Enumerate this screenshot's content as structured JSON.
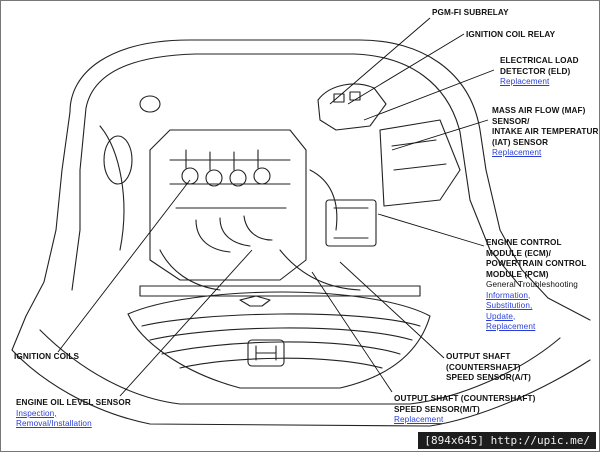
{
  "labels": {
    "pgm_fi": "PGM-FI SUBRELAY",
    "ign_relay": "IGNITION COIL RELAY",
    "eld": [
      "ELECTRICAL LOAD",
      "DETECTOR (ELD)"
    ],
    "eld_link": "Replacement",
    "maf": [
      "MASS AIR FLOW (MAF)",
      "SENSOR/",
      "INTAKE AIR TEMPERATURE",
      "(IAT) SENSOR"
    ],
    "maf_link": "Replacement",
    "ecm": [
      "ENGINE CONTROL",
      "MODULE (ECM)/",
      "POWERTRAIN CONTROL",
      "MODULE (PCM)"
    ],
    "ecm_sub": "General Troubleshooting",
    "ecm_links": [
      "Information,",
      "Substitution,",
      "Update,",
      "Replacement"
    ],
    "coils": "IGNITION COILS",
    "oil": "ENGINE OIL LEVEL SENSOR",
    "oil_links": [
      "Inspection,",
      "Removal/Installation"
    ],
    "out_ct": [
      "OUTPUT SHAFT",
      "(COUNTERSHAFT)",
      "SPEED SENSOR(A/T)"
    ],
    "out_mt": [
      "OUTPUT SHAFT (COUNTERSHAFT)",
      "SPEED SENSOR(M/T)"
    ],
    "out_mt_link": "Replacement"
  },
  "footer": "[894x645] http://upic.me/"
}
